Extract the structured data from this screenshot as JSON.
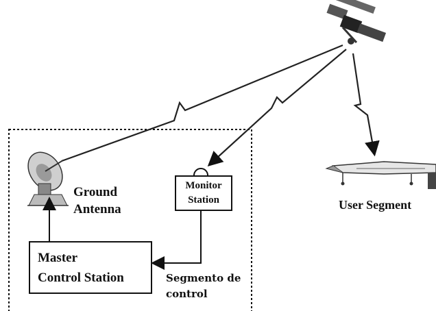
{
  "labels": {
    "ground_antenna": [
      "Ground",
      "Antenna"
    ],
    "monitor_station": [
      "Monitor",
      "Station"
    ],
    "master_control_station": [
      "Master",
      "Control Station"
    ],
    "segmento_de_control": [
      "Segmento de",
      "control"
    ],
    "user_segment": "User Segment"
  },
  "colors": {
    "ink": "#111111",
    "signal": "#222222",
    "background": "#ffffff"
  },
  "icons": [
    "satellite-icon",
    "dish-antenna-icon",
    "aircraft-icon"
  ]
}
